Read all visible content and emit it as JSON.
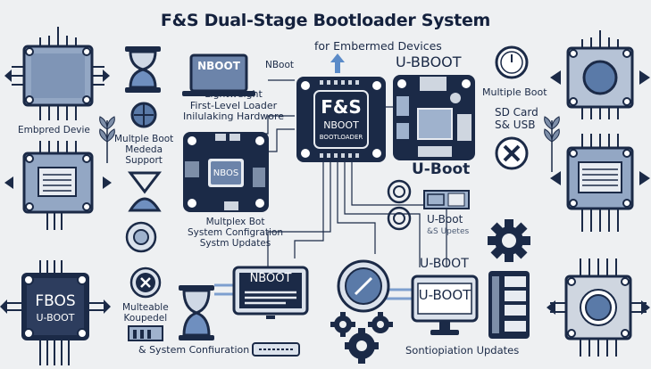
{
  "header": {
    "title": "F&S Dual-Stage Bootloader System",
    "subtitle": "for Embermed Devices"
  },
  "labels": {
    "embedded_device": "Embpred Devie",
    "multiple_boot_media": [
      "Multple Boot",
      "Mededa",
      "Support"
    ],
    "nboot_small": "NBoot",
    "lightweight": [
      "Lightweight",
      "First-Level Loader",
      "Inilulaking Hardwore"
    ],
    "uboot_top": "U-BBOOT",
    "multiple_boot_right": [
      "Multiple Boot",
      "SD Card",
      "S& USB"
    ],
    "uboot_mid": "U-Boot",
    "multiplex": [
      "Multplex Bot",
      "System Configration",
      "Systm Updates"
    ],
    "uboot_updates": [
      "U-Boot",
      "&S Upetes"
    ],
    "uboot_lower": "U-BOOT",
    "multable": [
      "Multeable",
      "Koupedel"
    ],
    "system_config": "& System Confiuration",
    "sontiopiation": "Sontiopiation Updates"
  },
  "chips": {
    "center": {
      "brand": "F&S",
      "line1": "NBOOT",
      "line2": "BOOTLOADER"
    },
    "nbos": "NBOS",
    "fbos": {
      "line1": "FBOS",
      "line2": "U-BOOT"
    }
  },
  "screens": {
    "laptop": "NBOOT",
    "monitor_left": "NBOOT",
    "monitor_right": "U-BOOT"
  },
  "colors": {
    "navy": "#1b2a47",
    "steel": "#7d8ea8",
    "accent_blue": "#4a78b5",
    "background": "#eef0f2"
  }
}
